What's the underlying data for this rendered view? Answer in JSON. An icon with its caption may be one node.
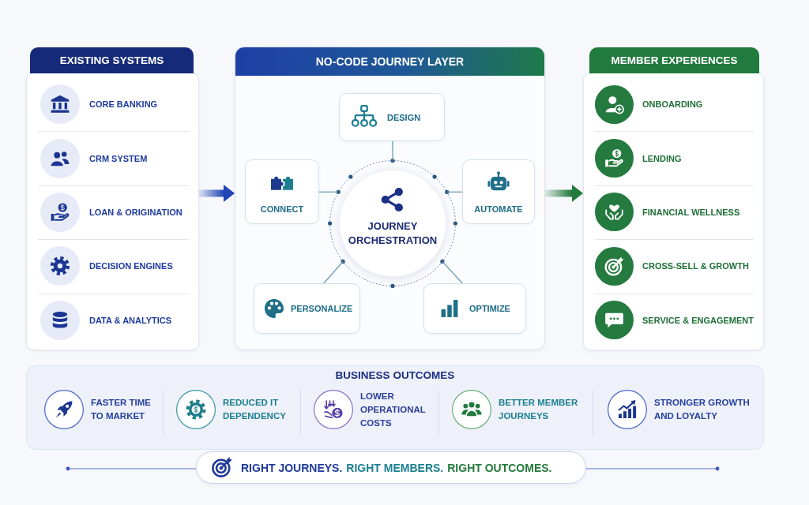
{
  "diagram": {
    "nodes": [
      {
        "text": [
          "EXISTING SYSTEMS"
        ]
      },
      {
        "text": [
          "CORE BANKING"
        ],
        "in": 0
      },
      {
        "text": [
          "CRM SYSTEM"
        ],
        "in": 0
      },
      {
        "text": [
          "LOAN & ORIGINATION"
        ],
        "in": 0
      },
      {
        "text": [
          "DECISION ENGINES"
        ],
        "in": 0
      },
      {
        "text": [
          "DATA & ANALYTICS"
        ],
        "in": 0
      },
      {
        "text": [
          "NO-CODE JOURNEY LAYER"
        ]
      },
      {
        "text": [
          "DESIGN"
        ],
        "in": 6
      },
      {
        "text": [
          "CONNECT"
        ],
        "in": 6
      },
      {
        "text": [
          "AUTOMATE"
        ],
        "in": 6
      },
      {
        "text": [
          "JOURNEY ORCHESTRATION"
        ],
        "in": 6
      },
      {
        "text": [
          "PERSONALIZE"
        ],
        "in": 6
      },
      {
        "text": [
          "OPTIMIZE"
        ],
        "in": 6
      },
      {
        "text": [
          "MEMBER EXPERIENCES"
        ]
      },
      {
        "text": [
          "ONBOARDING"
        ],
        "in": 13
      },
      {
        "text": [
          "LENDING"
        ],
        "in": 13
      },
      {
        "text": [
          "FINANCIAL WELLNESS"
        ],
        "in": 13
      },
      {
        "text": [
          "CROSS-SELL & GROWTH"
        ],
        "in": 13
      },
      {
        "text": [
          "SERVICE & ENGAGEMENT"
        ],
        "in": 13
      },
      {
        "text": [
          "BUSINESS OUTCOMES"
        ]
      },
      {
        "text": [
          "FASTER TIME TO MARKET"
        ],
        "in": 19
      },
      {
        "text": [
          "REDUCED IT DEPENDENCY"
        ],
        "in": 19
      },
      {
        "text": [
          "LOWER OPERATIONAL COSTS"
        ],
        "in": 19
      },
      {
        "text": [
          "BETTER MEMBER JOURNEYS"
        ],
        "in": 19
      },
      {
        "text": [
          "STRONGER GROWTH AND LOYALTY"
        ],
        "in": 19
      },
      {
        "text": [
          "RIGHT JOURNEYS.",
          "RIGHT MEMBERS.",
          "RIGHT OUTCOMES."
        ]
      }
    ],
    "edges": [
      {
        "from": 0,
        "to": 6,
        "arrow": "to",
        "style": "thick",
        "color": "#1f45b5"
      },
      {
        "from": 6,
        "to": 13,
        "arrow": "to",
        "style": "thick",
        "color": "#237a3e"
      },
      {
        "from": 10,
        "to": 7,
        "arrow": "none"
      },
      {
        "from": 10,
        "to": 8,
        "arrow": "none"
      },
      {
        "from": 10,
        "to": 9,
        "arrow": "none"
      },
      {
        "from": 10,
        "to": 11,
        "arrow": "none"
      },
      {
        "from": 10,
        "to": 12,
        "arrow": "none"
      }
    ]
  }
}
